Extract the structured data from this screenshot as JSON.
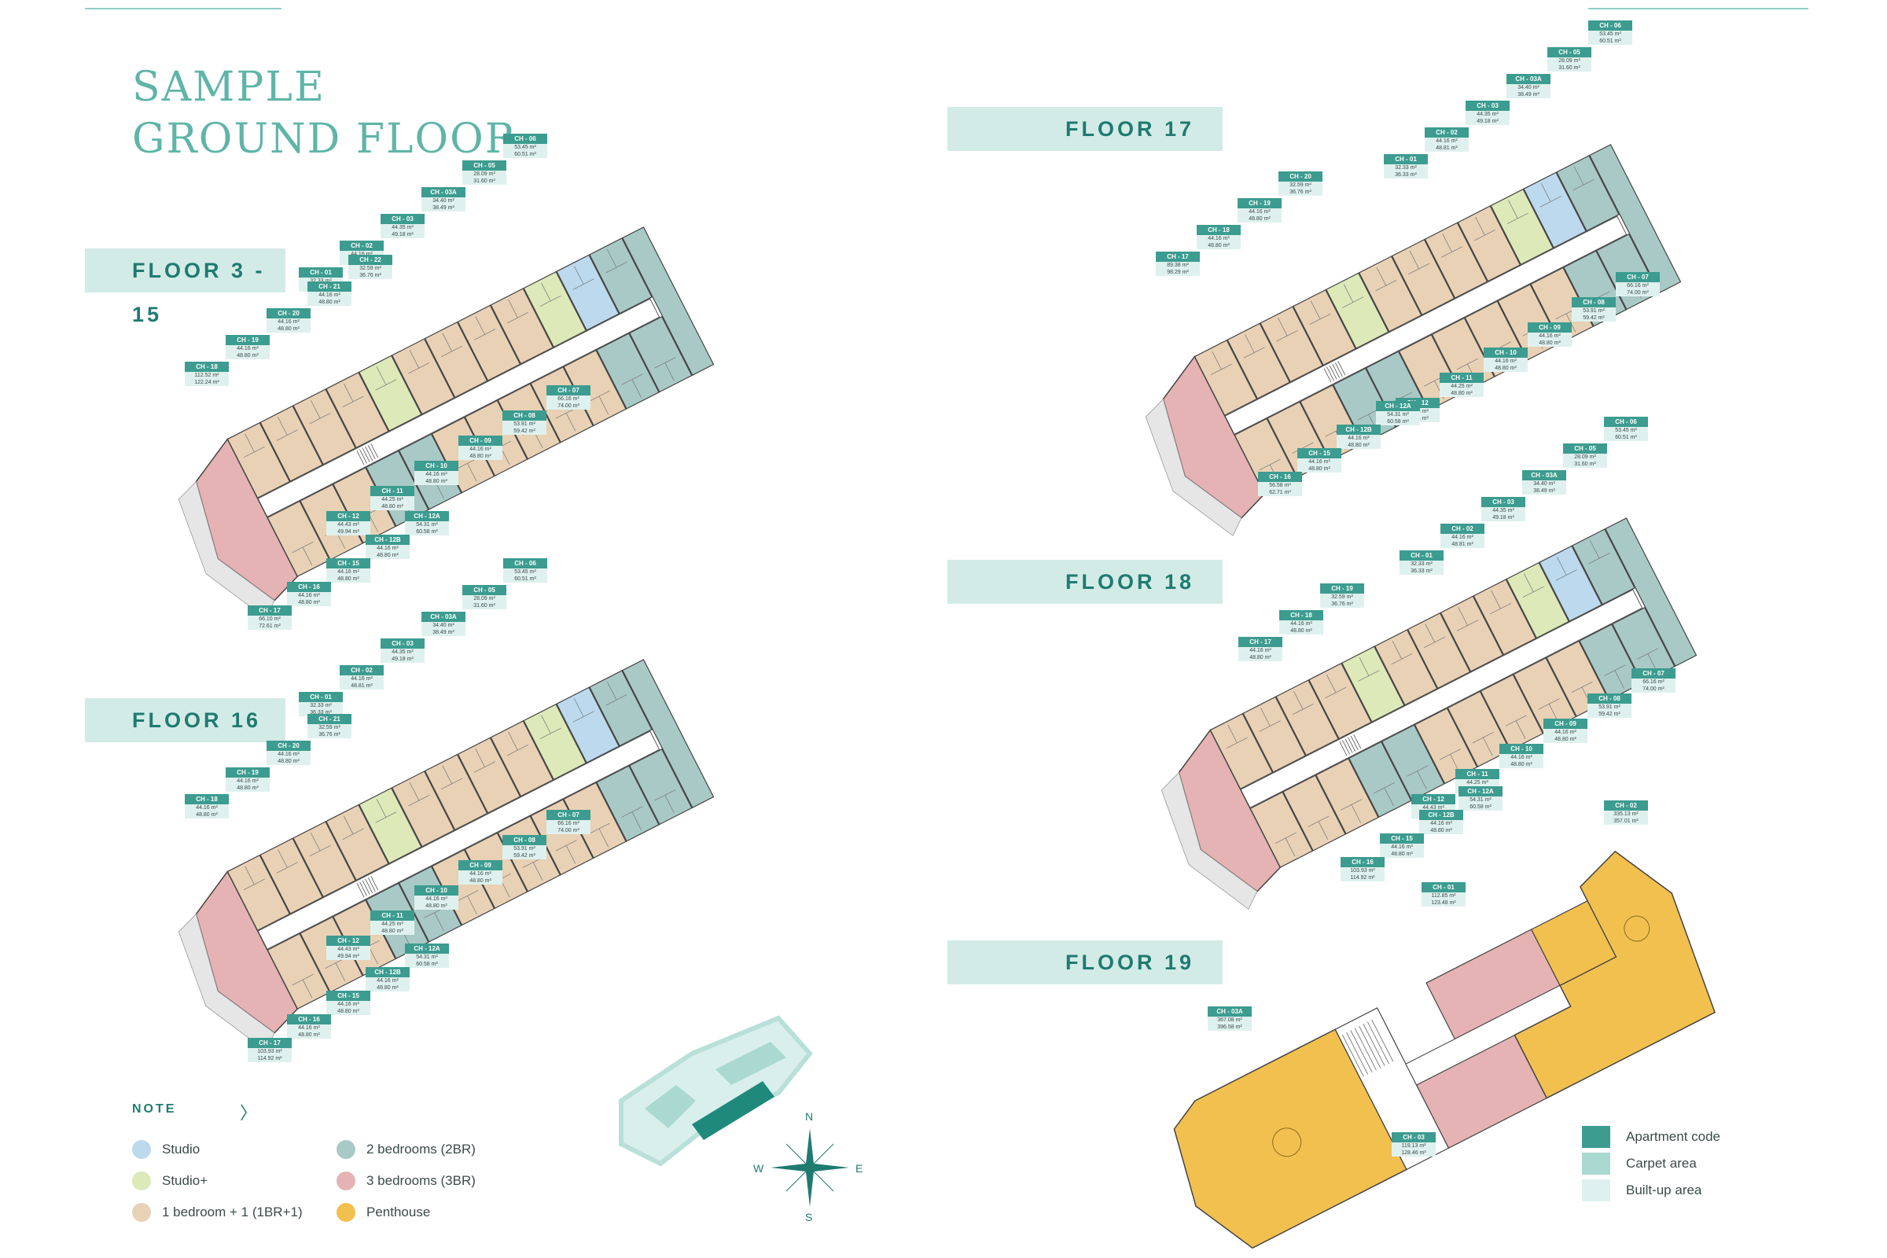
{
  "title": {
    "line1": "SAMPLE",
    "line2": "GROUND FLOOR"
  },
  "colors": {
    "studio": "#bcd9ee",
    "studio_plus": "#dde9b8",
    "br1": "#e8d1b5",
    "br2": "#a9c9c6",
    "br3": "#e5b3b3",
    "penthouse": "#f2c04f",
    "apartment_code": "#3c9c90",
    "carpet_area": "#a9d9d1",
    "builtup_area": "#dff1ee"
  },
  "floors": [
    {
      "label": "FLOOR 3 - 15",
      "tags": [
        {
          "code": "CH - 01",
          "a1": "32.33 m²",
          "a2": "36.33 m²"
        },
        {
          "code": "CH - 02",
          "a1": "44.16 m²",
          "a2": "48.81 m²"
        },
        {
          "code": "CH - 03",
          "a1": "44.35 m²",
          "a2": "49.18 m²"
        },
        {
          "code": "CH - 03A",
          "a1": "34.40 m²",
          "a2": "38.49 m²"
        },
        {
          "code": "CH - 05",
          "a1": "28.09 m²",
          "a2": "31.60 m²"
        },
        {
          "code": "CH - 06",
          "a1": "53.45 m²",
          "a2": "60.51 m²"
        },
        {
          "code": "CH - 07",
          "a1": "66.16 m²",
          "a2": "74.00 m²"
        },
        {
          "code": "CH - 08",
          "a1": "53.91 m²",
          "a2": "59.42 m²"
        },
        {
          "code": "CH - 09",
          "a1": "44.16 m²",
          "a2": "48.80 m²"
        },
        {
          "code": "CH - 10",
          "a1": "44.16 m²",
          "a2": "48.80 m²"
        },
        {
          "code": "CH - 11",
          "a1": "44.25 m²",
          "a2": "48.80 m²"
        },
        {
          "code": "CH - 12",
          "a1": "44.43 m²",
          "a2": "49.94 m²"
        },
        {
          "code": "CH - 12A",
          "a1": "54.31 m²",
          "a2": "60.58 m²"
        },
        {
          "code": "CH - 12B",
          "a1": "44.16 m²",
          "a2": "48.80 m²"
        },
        {
          "code": "CH - 15",
          "a1": "44.16 m²",
          "a2": "48.80 m²"
        },
        {
          "code": "CH - 16",
          "a1": "44.16 m²",
          "a2": "48.80 m²"
        },
        {
          "code": "CH - 17",
          "a1": "66.10 m²",
          "a2": "72.61 m²"
        },
        {
          "code": "CH - 18",
          "a1": "112.52 m²",
          "a2": "122.24 m²"
        },
        {
          "code": "CH - 19",
          "a1": "44.16 m²",
          "a2": "48.80 m²"
        },
        {
          "code": "CH - 20",
          "a1": "44.16 m²",
          "a2": "48.80 m²"
        },
        {
          "code": "CH - 21",
          "a1": "44.16 m²",
          "a2": "48.80 m²"
        },
        {
          "code": "CH - 22",
          "a1": "32.59 m²",
          "a2": "36.76 m²"
        }
      ]
    },
    {
      "label": "FLOOR 16",
      "tags": [
        {
          "code": "CH - 01",
          "a1": "32.33 m²",
          "a2": "36.33 m²"
        },
        {
          "code": "CH - 02",
          "a1": "44.16 m²",
          "a2": "48.81 m²"
        },
        {
          "code": "CH - 03",
          "a1": "44.35 m²",
          "a2": "49.18 m²"
        },
        {
          "code": "CH - 03A",
          "a1": "34.40 m²",
          "a2": "38.49 m²"
        },
        {
          "code": "CH - 05",
          "a1": "28.09 m²",
          "a2": "31.60 m²"
        },
        {
          "code": "CH - 06",
          "a1": "53.45 m²",
          "a2": "60.51 m²"
        },
        {
          "code": "CH - 07",
          "a1": "66.16 m²",
          "a2": "74.00 m²"
        },
        {
          "code": "CH - 08",
          "a1": "53.91 m²",
          "a2": "59.42 m²"
        },
        {
          "code": "CH - 09",
          "a1": "44.16 m²",
          "a2": "48.80 m²"
        },
        {
          "code": "CH - 10",
          "a1": "44.16 m²",
          "a2": "48.80 m²"
        },
        {
          "code": "CH - 11",
          "a1": "44.25 m²",
          "a2": "48.80 m²"
        },
        {
          "code": "CH - 12",
          "a1": "44.43 m²",
          "a2": "49.94 m²"
        },
        {
          "code": "CH - 12A",
          "a1": "54.31 m²",
          "a2": "60.58 m²"
        },
        {
          "code": "CH - 12B",
          "a1": "44.16 m²",
          "a2": "48.80 m²"
        },
        {
          "code": "CH - 15",
          "a1": "44.16 m²",
          "a2": "48.80 m²"
        },
        {
          "code": "CH - 16",
          "a1": "44.16 m²",
          "a2": "48.80 m²"
        },
        {
          "code": "CH - 17",
          "a1": "103.93 m²",
          "a2": "114.92 m²"
        },
        {
          "code": "CH - 18",
          "a1": "44.16 m²",
          "a2": "48.80 m²"
        },
        {
          "code": "CH - 19",
          "a1": "44.16 m²",
          "a2": "48.80 m²"
        },
        {
          "code": "CH - 20",
          "a1": "44.16 m²",
          "a2": "48.80 m²"
        },
        {
          "code": "CH - 21",
          "a1": "32.59 m²",
          "a2": "36.76 m²"
        }
      ]
    },
    {
      "label": "FLOOR 17",
      "tags": [
        {
          "code": "CH - 01",
          "a1": "32.33 m²",
          "a2": "36.33 m²"
        },
        {
          "code": "CH - 02",
          "a1": "44.16 m²",
          "a2": "48.81 m²"
        },
        {
          "code": "CH - 03",
          "a1": "44.35 m²",
          "a2": "49.18 m²"
        },
        {
          "code": "CH - 03A",
          "a1": "34.40 m²",
          "a2": "38.49 m²"
        },
        {
          "code": "CH - 05",
          "a1": "28.09 m²",
          "a2": "31.60 m²"
        },
        {
          "code": "CH - 06",
          "a1": "53.45 m²",
          "a2": "60.51 m²"
        },
        {
          "code": "CH - 07",
          "a1": "66.16 m²",
          "a2": "74.00 m²"
        },
        {
          "code": "CH - 08",
          "a1": "53.91 m²",
          "a2": "59.42 m²"
        },
        {
          "code": "CH - 09",
          "a1": "44.16 m²",
          "a2": "48.80 m²"
        },
        {
          "code": "CH - 10",
          "a1": "44.16 m²",
          "a2": "48.80 m²"
        },
        {
          "code": "CH - 11",
          "a1": "44.25 m²",
          "a2": "48.80 m²"
        },
        {
          "code": "CH - 12",
          "a1": "44.43 m²",
          "a2": "49.94 m²"
        },
        {
          "code": "CH - 12A",
          "a1": "54.31 m²",
          "a2": "60.58 m²"
        },
        {
          "code": "CH - 12B",
          "a1": "44.16 m²",
          "a2": "48.80 m²"
        },
        {
          "code": "CH - 15",
          "a1": "44.16 m²",
          "a2": "48.80 m²"
        },
        {
          "code": "CH - 16",
          "a1": "56.58 m²",
          "a2": "62.71 m²"
        },
        {
          "code": "CH - 17",
          "a1": "89.38 m²",
          "a2": "98.29 m²"
        },
        {
          "code": "CH - 18",
          "a1": "44.16 m²",
          "a2": "48.80 m²"
        },
        {
          "code": "CH - 19",
          "a1": "44.16 m²",
          "a2": "48.80 m²"
        },
        {
          "code": "CH - 20",
          "a1": "32.59 m²",
          "a2": "36.76 m²"
        }
      ]
    },
    {
      "label": "FLOOR 18",
      "tags": [
        {
          "code": "CH - 01",
          "a1": "32.33 m²",
          "a2": "36.33 m²"
        },
        {
          "code": "CH - 02",
          "a1": "44.16 m²",
          "a2": "48.81 m²"
        },
        {
          "code": "CH - 03",
          "a1": "44.35 m²",
          "a2": "49.18 m²"
        },
        {
          "code": "CH - 03A",
          "a1": "34.40 m²",
          "a2": "38.49 m²"
        },
        {
          "code": "CH - 05",
          "a1": "28.09 m²",
          "a2": "31.60 m²"
        },
        {
          "code": "CH - 06",
          "a1": "53.45 m²",
          "a2": "60.51 m²"
        },
        {
          "code": "CH - 07",
          "a1": "66.16 m²",
          "a2": "74.00 m²"
        },
        {
          "code": "CH - 08",
          "a1": "53.91 m²",
          "a2": "59.42 m²"
        },
        {
          "code": "CH - 09",
          "a1": "44.16 m²",
          "a2": "48.80 m²"
        },
        {
          "code": "CH - 10",
          "a1": "44.16 m²",
          "a2": "48.80 m²"
        },
        {
          "code": "CH - 11",
          "a1": "44.25 m²",
          "a2": "48.80 m²"
        },
        {
          "code": "CH - 12",
          "a1": "44.43 m²",
          "a2": "49.94 m²"
        },
        {
          "code": "CH - 12A",
          "a1": "54.31 m²",
          "a2": "60.58 m²"
        },
        {
          "code": "CH - 12B",
          "a1": "44.16 m²",
          "a2": "48.80 m²"
        },
        {
          "code": "CH - 15",
          "a1": "44.16 m²",
          "a2": "48.80 m²"
        },
        {
          "code": "CH - 16",
          "a1": "103.93 m²",
          "a2": "114.92 m²"
        },
        {
          "code": "CH - 17",
          "a1": "44.16 m²",
          "a2": "48.80 m²"
        },
        {
          "code": "CH - 18",
          "a1": "44.16 m²",
          "a2": "48.80 m²"
        },
        {
          "code": "CH - 19",
          "a1": "32.59 m²",
          "a2": "36.76 m²"
        }
      ]
    },
    {
      "label": "FLOOR 19",
      "tags": [
        {
          "code": "CH - 01",
          "a1": "112.85 m²",
          "a2": "123.48 m²"
        },
        {
          "code": "CH - 02",
          "a1": "335.13 m²",
          "a2": "357.01 m²"
        },
        {
          "code": "CH - 03",
          "a1": "119.13 m²",
          "a2": "128.46 m²"
        },
        {
          "code": "CH - 03A",
          "a1": "367.08 m²",
          "a2": "396.58 m²"
        }
      ]
    }
  ],
  "note": {
    "title": "NOTE",
    "arrow": "〉",
    "items": [
      {
        "label": "Studio"
      },
      {
        "label": "Studio+"
      },
      {
        "label": "1 bedroom + 1 (1BR+1)"
      },
      {
        "label": "2 bedrooms (2BR)"
      },
      {
        "label": "3 bedrooms (3BR)"
      },
      {
        "label": "Penthouse"
      }
    ]
  },
  "legend": [
    {
      "label": "Apartment code"
    },
    {
      "label": "Carpet area"
    },
    {
      "label": "Built-up area"
    }
  ],
  "compass": {
    "n": "N",
    "s": "S",
    "e": "E",
    "w": "W"
  }
}
